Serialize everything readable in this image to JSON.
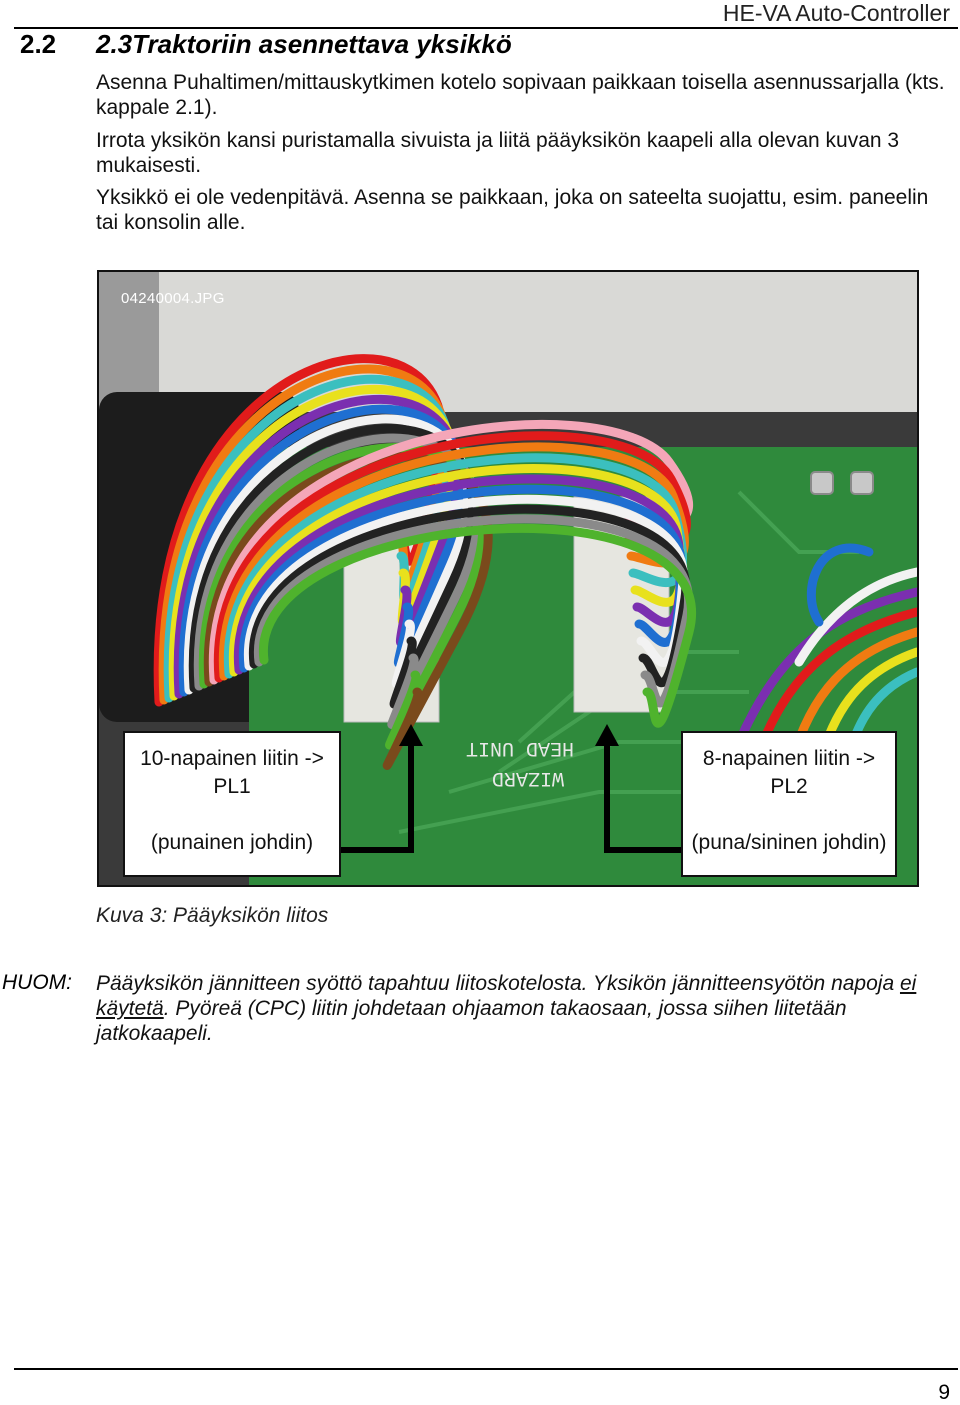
{
  "header": {
    "title": "HE-VA Auto-Controller"
  },
  "section": {
    "number": "2.2",
    "title": "2.3Traktoriin asennettava yksikkö"
  },
  "paragraphs": [
    "Asenna Puhaltimen/mittauskytkimen kotelo sopivaan paikkaan toisella asennussarjalla (kts. kappale 2.1).",
    "Irrota yksikön kansi puristamalla sivuista ja liitä pääyksikön kaapeli alla olevan kuvan 3 mukaisesti.",
    "Yksikkö ei ole vedenpitävä. Asenna se paikkaan, joka on sateelta suojattu, esim. paneelin tai konsolin alle."
  ],
  "figure": {
    "file_label": "04240004.JPG",
    "board_text": [
      "HEAD UNIT",
      "WIZARD"
    ],
    "callout_left": {
      "line1": "10-napainen liitin -> PL1",
      "line2": "(punainen johdin)"
    },
    "callout_right": {
      "line1": "8-napainen liitin -> PL2",
      "line2": "(puna/sininen johdin)"
    },
    "caption": "Kuva 3: Pääyksikön liitos"
  },
  "note": {
    "label": "HUOM:",
    "text_1": "Pääyksikön jännitteen syöttö tapahtuu liitoskotelosta.  Yksikön jännitteensyötön napoja ",
    "text_underlined": "ei käytetä",
    "text_2": ". Pyöreä (CPC) liitin johdetaan ohjaamon takaosaan, jossa siihen liitetään jatkokaapeli."
  },
  "footer": {
    "page_number": "9"
  },
  "colors": {
    "pcb_green": "#2f8a3c",
    "wire_colors": [
      "#e11b1b",
      "#f07b12",
      "#3bbfbf",
      "#e8e11d",
      "#7b2fb0",
      "#1f6fd1",
      "#f2f2f2",
      "#222222",
      "#8a8a8a",
      "#4fb32d",
      "#7a4a1c",
      "#f4a6b8"
    ]
  }
}
